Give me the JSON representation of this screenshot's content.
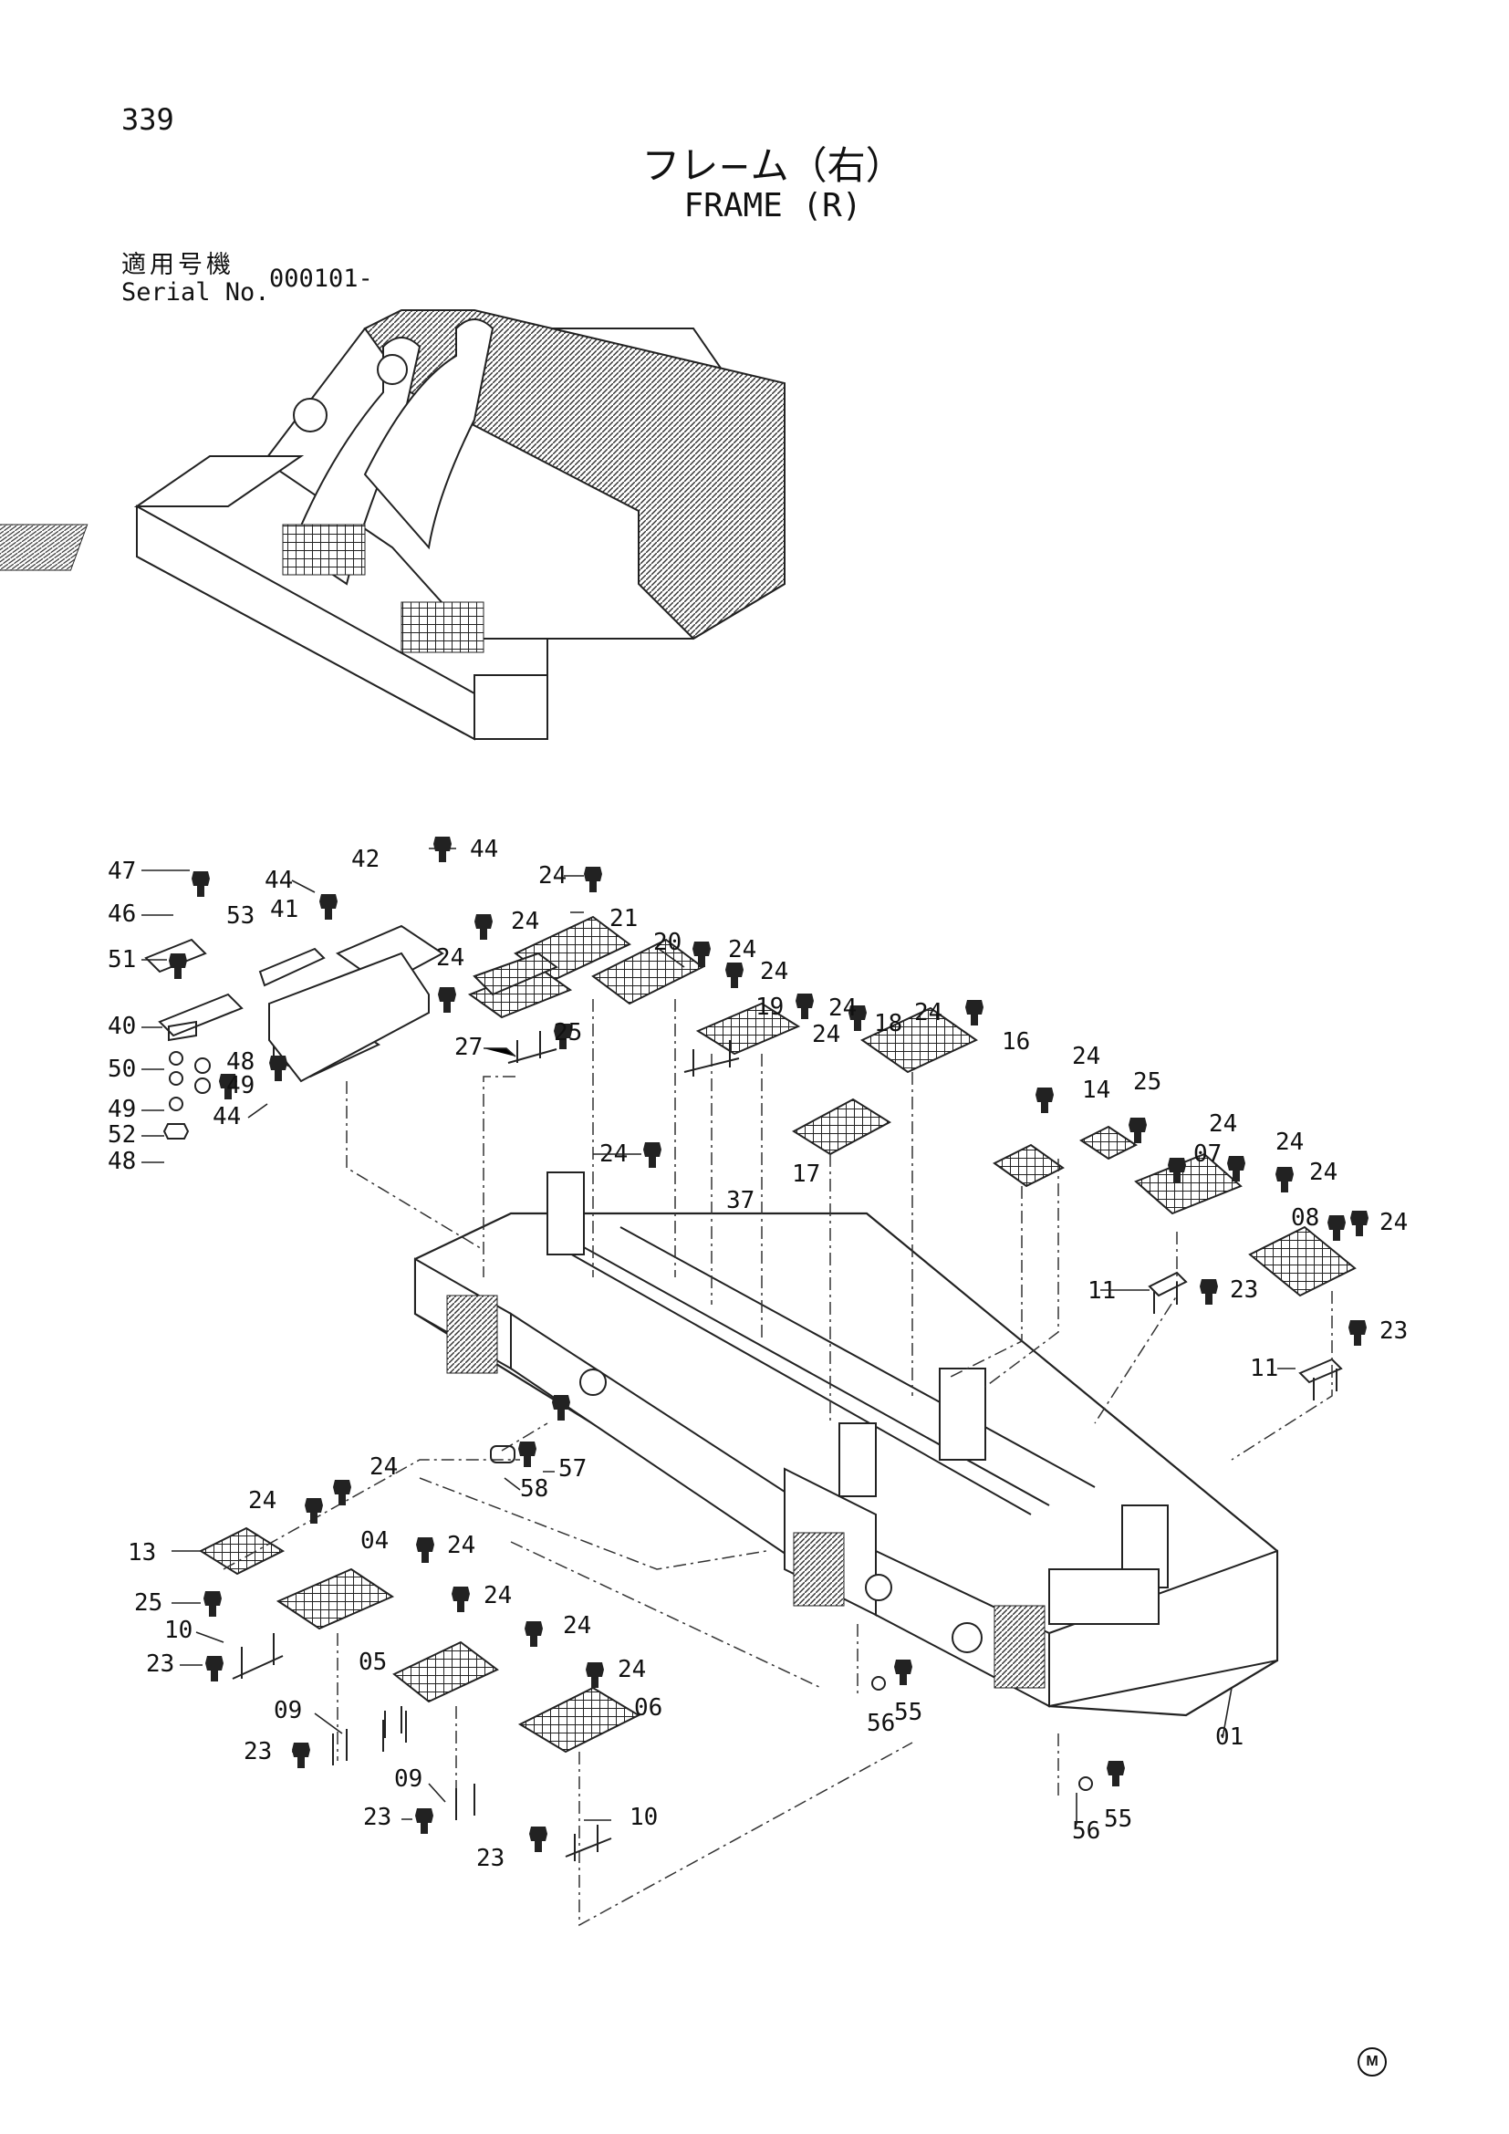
{
  "page_number": "339",
  "title_jp": "フレ−ム（右）",
  "title_en": "FRAME (R)",
  "serial_label_jp": "適用号機",
  "serial_label_en": "Serial No.",
  "serial_value": "000101-",
  "mark": "M",
  "callouts": [
    {
      "id": "c47",
      "text": "47"
    },
    {
      "id": "c46",
      "text": "46"
    },
    {
      "id": "c51",
      "text": "51"
    },
    {
      "id": "c40",
      "text": "40"
    },
    {
      "id": "c50",
      "text": "50"
    },
    {
      "id": "c49a",
      "text": "49"
    },
    {
      "id": "c49b",
      "text": "49"
    },
    {
      "id": "c48a",
      "text": "48"
    },
    {
      "id": "c52",
      "text": "52"
    },
    {
      "id": "c48b",
      "text": "48"
    },
    {
      "id": "c44a",
      "text": "44"
    },
    {
      "id": "c44b",
      "text": "44"
    },
    {
      "id": "c44c",
      "text": "44"
    },
    {
      "id": "c53",
      "text": "53"
    },
    {
      "id": "c41",
      "text": "41"
    },
    {
      "id": "c42",
      "text": "42"
    },
    {
      "id": "c24a",
      "text": "24"
    },
    {
      "id": "c24b",
      "text": "24"
    },
    {
      "id": "c21",
      "text": "21"
    },
    {
      "id": "c20",
      "text": "20"
    },
    {
      "id": "c24c",
      "text": "24"
    },
    {
      "id": "c24d",
      "text": "24"
    },
    {
      "id": "c24e",
      "text": "24"
    },
    {
      "id": "c25a",
      "text": "25"
    },
    {
      "id": "c27",
      "text": "27"
    },
    {
      "id": "c19",
      "text": "19"
    },
    {
      "id": "c24f",
      "text": "24"
    },
    {
      "id": "c24g",
      "text": "24"
    },
    {
      "id": "c18",
      "text": "18"
    },
    {
      "id": "c24h",
      "text": "24"
    },
    {
      "id": "c24i",
      "text": "24"
    },
    {
      "id": "c37",
      "text": "37"
    },
    {
      "id": "c17",
      "text": "17"
    },
    {
      "id": "c16",
      "text": "16"
    },
    {
      "id": "c24j",
      "text": "24"
    },
    {
      "id": "c14",
      "text": "14"
    },
    {
      "id": "c25b",
      "text": "25"
    },
    {
      "id": "c24k",
      "text": "24"
    },
    {
      "id": "c24l",
      "text": "24"
    },
    {
      "id": "c07",
      "text": "07"
    },
    {
      "id": "c24m",
      "text": "24"
    },
    {
      "id": "c08",
      "text": "08"
    },
    {
      "id": "c24n",
      "text": "24"
    },
    {
      "id": "c11a",
      "text": "11"
    },
    {
      "id": "c23a",
      "text": "23"
    },
    {
      "id": "c23b",
      "text": "23"
    },
    {
      "id": "c11b",
      "text": "11"
    },
    {
      "id": "c57",
      "text": "57"
    },
    {
      "id": "c58",
      "text": "58"
    },
    {
      "id": "c24o",
      "text": "24"
    },
    {
      "id": "c24p",
      "text": "24"
    },
    {
      "id": "c13",
      "text": "13"
    },
    {
      "id": "c04",
      "text": "04"
    },
    {
      "id": "c24q",
      "text": "24"
    },
    {
      "id": "c25c",
      "text": "25"
    },
    {
      "id": "c24r",
      "text": "24"
    },
    {
      "id": "c10a",
      "text": "10"
    },
    {
      "id": "c23c",
      "text": "23"
    },
    {
      "id": "c05",
      "text": "05"
    },
    {
      "id": "c24s",
      "text": "24"
    },
    {
      "id": "c24t",
      "text": "24"
    },
    {
      "id": "c06",
      "text": "06"
    },
    {
      "id": "c09a",
      "text": "09"
    },
    {
      "id": "c23d",
      "text": "23"
    },
    {
      "id": "c09b",
      "text": "09"
    },
    {
      "id": "c23e",
      "text": "23"
    },
    {
      "id": "c10b",
      "text": "10"
    },
    {
      "id": "c23f",
      "text": "23"
    },
    {
      "id": "c56a",
      "text": "56"
    },
    {
      "id": "c55a",
      "text": "55"
    },
    {
      "id": "c01",
      "text": "01"
    },
    {
      "id": "c56b",
      "text": "56"
    },
    {
      "id": "c55b",
      "text": "55"
    }
  ]
}
